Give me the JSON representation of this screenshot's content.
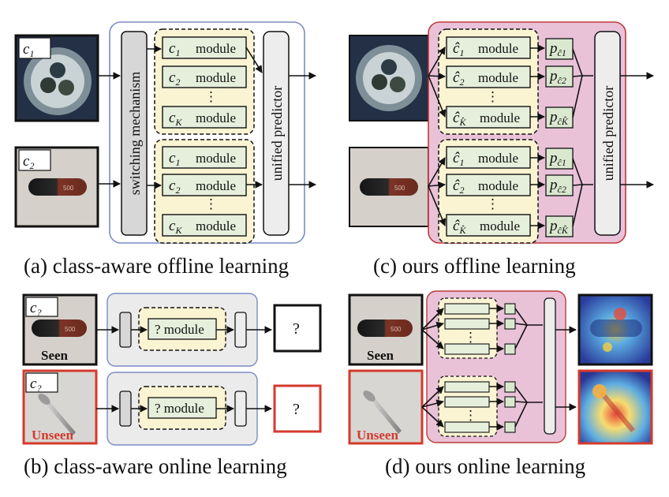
{
  "captions": {
    "a": "(a) class-aware offline learning",
    "b": "(b) class-aware online learning",
    "c": "(c) ours offline learning",
    "d": "(d) ours online learning"
  },
  "panel_a": {
    "class_tags": [
      "c1",
      "c2"
    ],
    "switching": "switching mechanism",
    "predictor": "unified predictor",
    "module_word": "module",
    "modules": [
      "c1",
      "c2",
      "cK"
    ]
  },
  "panel_b": {
    "tag": "c?",
    "module": "? module",
    "output": "?",
    "seen": "Seen",
    "unseen": "Unseen"
  },
  "panel_c": {
    "modules": [
      "ĉ1",
      "ĉ2",
      "ĉK̂"
    ],
    "probs": [
      "pĉ1",
      "pĉ2",
      "pĉK̂"
    ],
    "predictor": "unified predictor"
  },
  "panel_d": {
    "seen": "Seen",
    "unseen": "Unseen"
  },
  "colors": {
    "blue_frame": "#7a8cc4",
    "gray_fill": "#ebebeb",
    "pink_fill": "#e9c2d8",
    "pink_frame": "#c0393b",
    "yellow_fill": "#fbf4d2",
    "module_fill": "#e6efdc",
    "red_frame": "#d33a2c"
  }
}
